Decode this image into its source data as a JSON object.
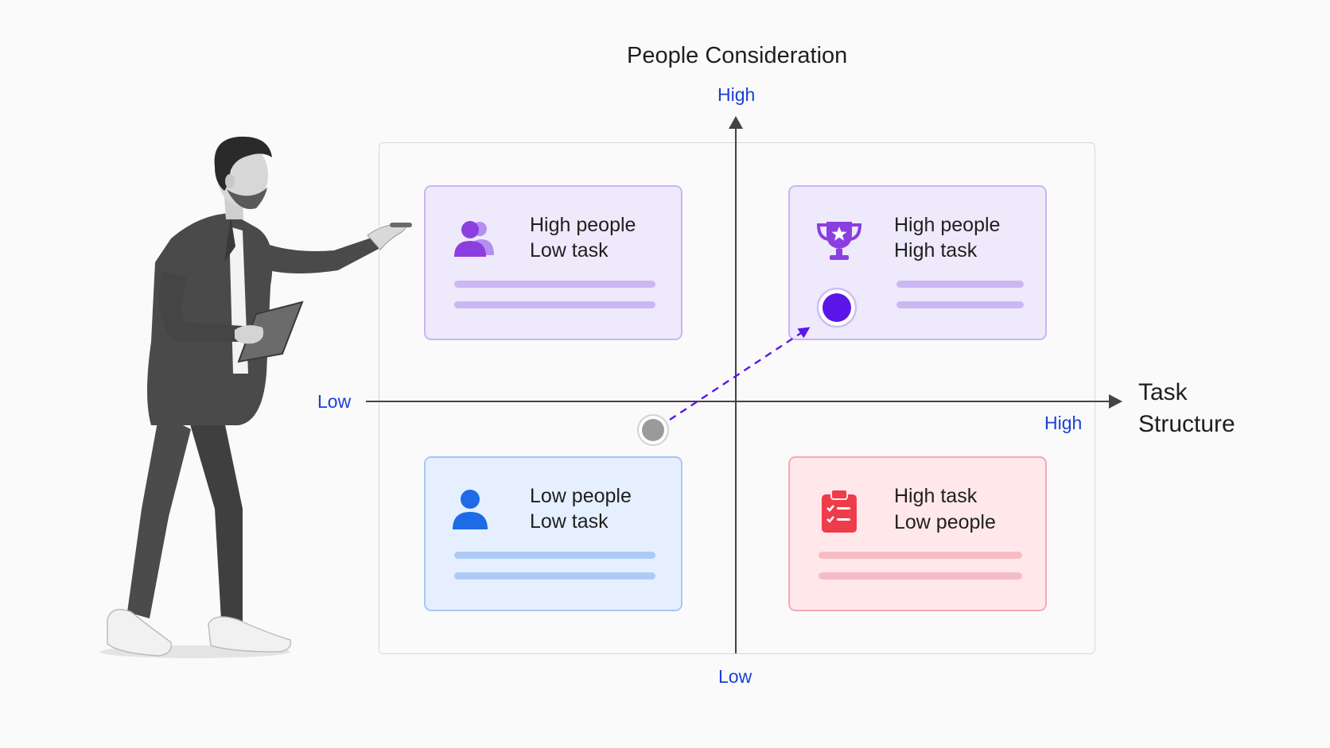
{
  "y_axis": {
    "title": "People Consideration",
    "high_label": "High",
    "low_label": "Low"
  },
  "x_axis": {
    "title_line1": "Task",
    "title_line2": "Structure",
    "low_label": "Low",
    "high_label": "High"
  },
  "quadrants": {
    "top_left": {
      "line1": "High people",
      "line2": "Low task",
      "icon": "people-group-icon"
    },
    "top_right": {
      "line1": "High people",
      "line2": "High task",
      "icon": "trophy-icon"
    },
    "bottom_left": {
      "line1": "Low people",
      "line2": "Low task",
      "icon": "person-icon"
    },
    "bottom_right": {
      "line1": "High task",
      "line2": "Low people",
      "icon": "clipboard-checklist-icon"
    }
  },
  "colors": {
    "axis_label_blue": "#1a3fd6",
    "purple_accent": "#8b3fe0",
    "blue_accent": "#1d6be6",
    "red_accent": "#ee3c4b",
    "target_dot": "#5a17e8",
    "start_dot": "#9a9a9a",
    "arrow": "#5a17e8"
  }
}
